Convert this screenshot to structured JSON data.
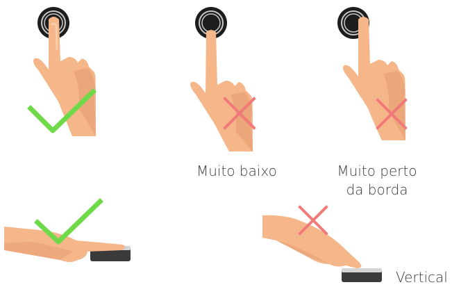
{
  "colors": {
    "skin": "#f5b68a",
    "skin_shadow": "#e79f74",
    "skin_light": "#f9cda9",
    "sensor_outer": "#1d1d1d",
    "sensor_ring": "#c9c9c9",
    "check": "#6fd94a",
    "cross": "#f07a7a",
    "device_body": "#3a3a3a",
    "device_top": "#d4d4d4"
  },
  "panels": [
    {
      "id": "correct-placement",
      "status_icon": "check-icon",
      "caption": []
    },
    {
      "id": "too-low",
      "status_icon": "cross-icon",
      "caption": [
        "Muito baixo"
      ]
    },
    {
      "id": "too-close-to-edge",
      "status_icon": "cross-icon",
      "caption": [
        "Muito perto",
        "da borda"
      ]
    },
    {
      "id": "flat-correct",
      "status_icon": "check-icon",
      "caption": []
    },
    {
      "id": "vertical-wrong",
      "status_icon": "cross-icon",
      "caption": [
        "Vertical"
      ]
    }
  ]
}
